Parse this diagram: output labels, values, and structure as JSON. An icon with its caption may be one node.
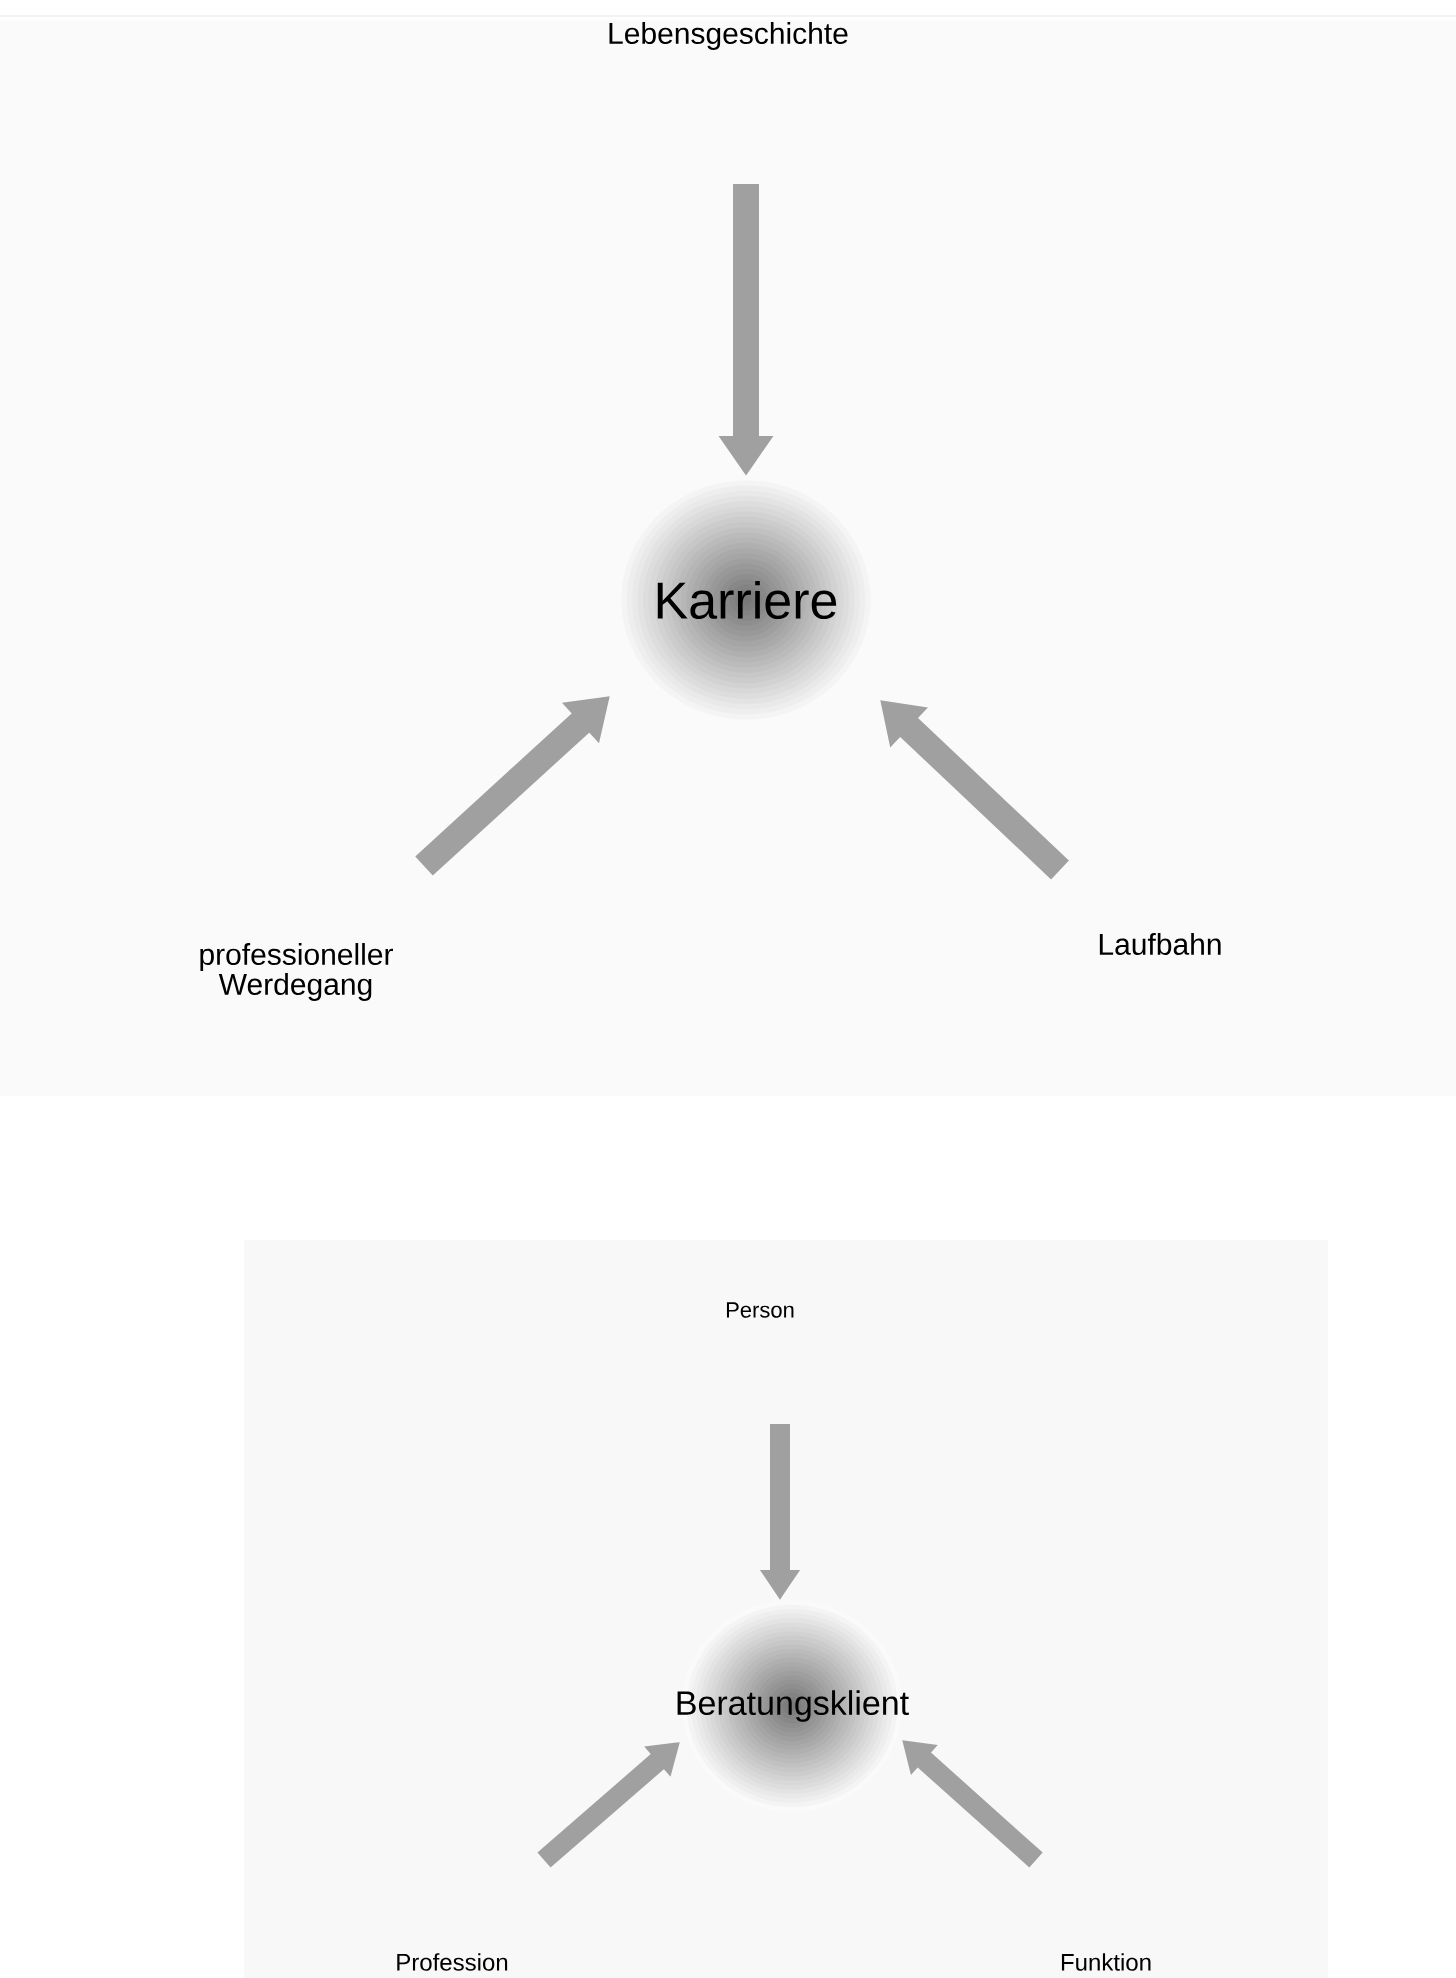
{
  "diagram": {
    "nodes": [
      {
        "text": [
          "Lebensgeschichte"
        ]
      },
      {
        "text": [
          "Karriere"
        ]
      },
      {
        "text": [
          "professioneller Werdegang"
        ]
      },
      {
        "text": [
          "Laufbahn"
        ]
      },
      {
        "text": [
          "Person"
        ]
      },
      {
        "text": [
          "Beratungsklient"
        ]
      },
      {
        "text": [
          "Profession"
        ]
      },
      {
        "text": [
          "Funktion"
        ]
      }
    ],
    "edges": [
      {
        "from": 0,
        "to": 1,
        "arrow": "to"
      },
      {
        "from": 2,
        "to": 1,
        "arrow": "to"
      },
      {
        "from": 3,
        "to": 1,
        "arrow": "to"
      },
      {
        "from": 4,
        "to": 5,
        "arrow": "to"
      },
      {
        "from": 6,
        "to": 5,
        "arrow": "to"
      },
      {
        "from": 7,
        "to": 5,
        "arrow": "to"
      }
    ]
  }
}
